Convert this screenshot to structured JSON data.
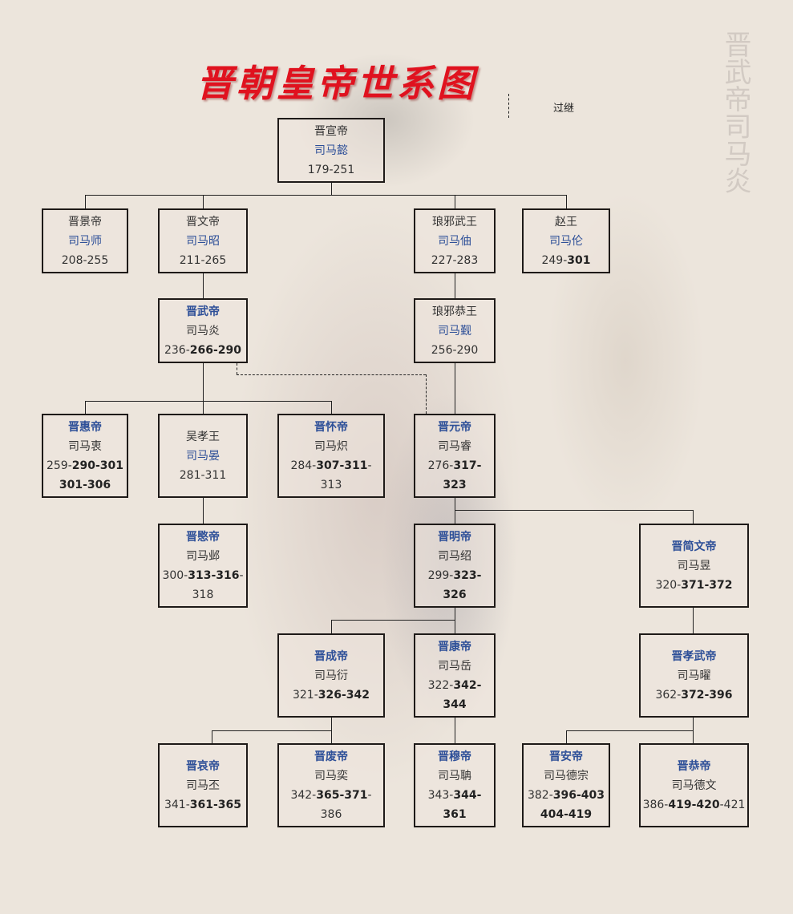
{
  "title": "晋朝皇帝世系图",
  "watermark": "晋武帝司马炎",
  "legend": {
    "adoption_label": "过继"
  },
  "colors": {
    "title": "#e0121f",
    "accent_blue": "#2d4f98",
    "border": "#1e1a18"
  },
  "people": {
    "xuan": {
      "title": "晋宣帝",
      "name": "司马懿",
      "emperor": false,
      "dates": [
        [
          [
            "179-251",
            false
          ]
        ]
      ]
    },
    "jing": {
      "title": "晋景帝",
      "name": "司马师",
      "emperor": false,
      "dates": [
        [
          [
            "208-255",
            false
          ]
        ]
      ]
    },
    "wen": {
      "title": "晋文帝",
      "name": "司马昭",
      "emperor": false,
      "dates": [
        [
          [
            "211-265",
            false
          ]
        ]
      ]
    },
    "langyawu": {
      "title": "琅邪武王",
      "name": "司马伷",
      "emperor": false,
      "dates": [
        [
          [
            "227-283",
            false
          ]
        ]
      ]
    },
    "zhao": {
      "title": "赵王",
      "name": "司马伦",
      "emperor": false,
      "dates": [
        [
          [
            "249-",
            false
          ],
          [
            "301",
            true
          ]
        ]
      ]
    },
    "wu": {
      "title": "晋武帝",
      "name": "司马炎",
      "emperor": true,
      "dates": [
        [
          [
            "236-",
            false
          ],
          [
            "266-290",
            true
          ]
        ]
      ]
    },
    "langyagong": {
      "title": "琅邪恭王",
      "name": "司马觐",
      "emperor": false,
      "dates": [
        [
          [
            "256-290",
            false
          ]
        ]
      ]
    },
    "hui": {
      "title": "晋惠帝",
      "name": "司马衷",
      "emperor": true,
      "dates": [
        [
          [
            "259-",
            false
          ],
          [
            "290-301",
            true
          ]
        ],
        [
          [
            "301-306",
            true
          ]
        ]
      ]
    },
    "wuxiao": {
      "title": "吴孝王",
      "name": "司马晏",
      "emperor": false,
      "dates": [
        [
          [
            "281-311",
            false
          ]
        ]
      ]
    },
    "huai": {
      "title": "晋怀帝",
      "name": "司马炽",
      "emperor": true,
      "dates": [
        [
          [
            "284-",
            false
          ],
          [
            "307-311",
            true
          ],
          [
            "-",
            false
          ]
        ],
        [
          [
            "313",
            false
          ]
        ]
      ]
    },
    "yuan": {
      "title": "晋元帝",
      "name": "司马睿",
      "emperor": true,
      "dates": [
        [
          [
            "276-",
            false
          ],
          [
            "317-",
            true
          ]
        ],
        [
          [
            "323",
            true
          ]
        ]
      ]
    },
    "min": {
      "title": "晋愍帝",
      "name": "司马邺",
      "emperor": true,
      "dates": [
        [
          [
            "300-",
            false
          ],
          [
            "313-316",
            true
          ],
          [
            "-",
            false
          ]
        ],
        [
          [
            "318",
            false
          ]
        ]
      ]
    },
    "ming": {
      "title": "晋明帝",
      "name": "司马绍",
      "emperor": true,
      "dates": [
        [
          [
            "299-",
            false
          ],
          [
            "323-",
            true
          ]
        ],
        [
          [
            "326",
            true
          ]
        ]
      ]
    },
    "jianwen": {
      "title": "晋简文帝",
      "name": "司马昱",
      "emperor": true,
      "dates": [
        [
          [
            "320-",
            false
          ],
          [
            "371-372",
            true
          ]
        ]
      ]
    },
    "cheng": {
      "title": "晋成帝",
      "name": "司马衍",
      "emperor": true,
      "dates": [
        [
          [
            "321-",
            false
          ],
          [
            "326-342",
            true
          ]
        ]
      ]
    },
    "kang": {
      "title": "晋康帝",
      "name": "司马岳",
      "emperor": true,
      "dates": [
        [
          [
            "322-",
            false
          ],
          [
            "342-",
            true
          ]
        ],
        [
          [
            "344",
            true
          ]
        ]
      ]
    },
    "xiaowu": {
      "title": "晋孝武帝",
      "name": "司马曜",
      "emperor": true,
      "dates": [
        [
          [
            "362-",
            false
          ],
          [
            "372-396",
            true
          ]
        ]
      ]
    },
    "ai": {
      "title": "晋哀帝",
      "name": "司马丕",
      "emperor": true,
      "dates": [
        [
          [
            "341-",
            false
          ],
          [
            "361-365",
            true
          ]
        ]
      ]
    },
    "fei": {
      "title": "晋废帝",
      "name": "司马奕",
      "emperor": true,
      "dates": [
        [
          [
            "342-",
            false
          ],
          [
            "365-371",
            true
          ],
          [
            "-",
            false
          ]
        ],
        [
          [
            "386",
            false
          ]
        ]
      ]
    },
    "mu": {
      "title": "晋穆帝",
      "name": "司马聃",
      "emperor": true,
      "dates": [
        [
          [
            "343-",
            false
          ],
          [
            "344-",
            true
          ]
        ],
        [
          [
            "361",
            true
          ]
        ]
      ]
    },
    "an": {
      "title": "晋安帝",
      "name": "司马德宗",
      "emperor": true,
      "dates": [
        [
          [
            "382-",
            false
          ],
          [
            "396-403",
            true
          ]
        ],
        [
          [
            "404-419",
            true
          ]
        ]
      ]
    },
    "gong": {
      "title": "晋恭帝",
      "name": "司马德文",
      "emperor": true,
      "dates": [
        [
          [
            "386-",
            false
          ],
          [
            "419-420",
            true
          ],
          [
            "-421",
            false
          ]
        ]
      ]
    }
  }
}
